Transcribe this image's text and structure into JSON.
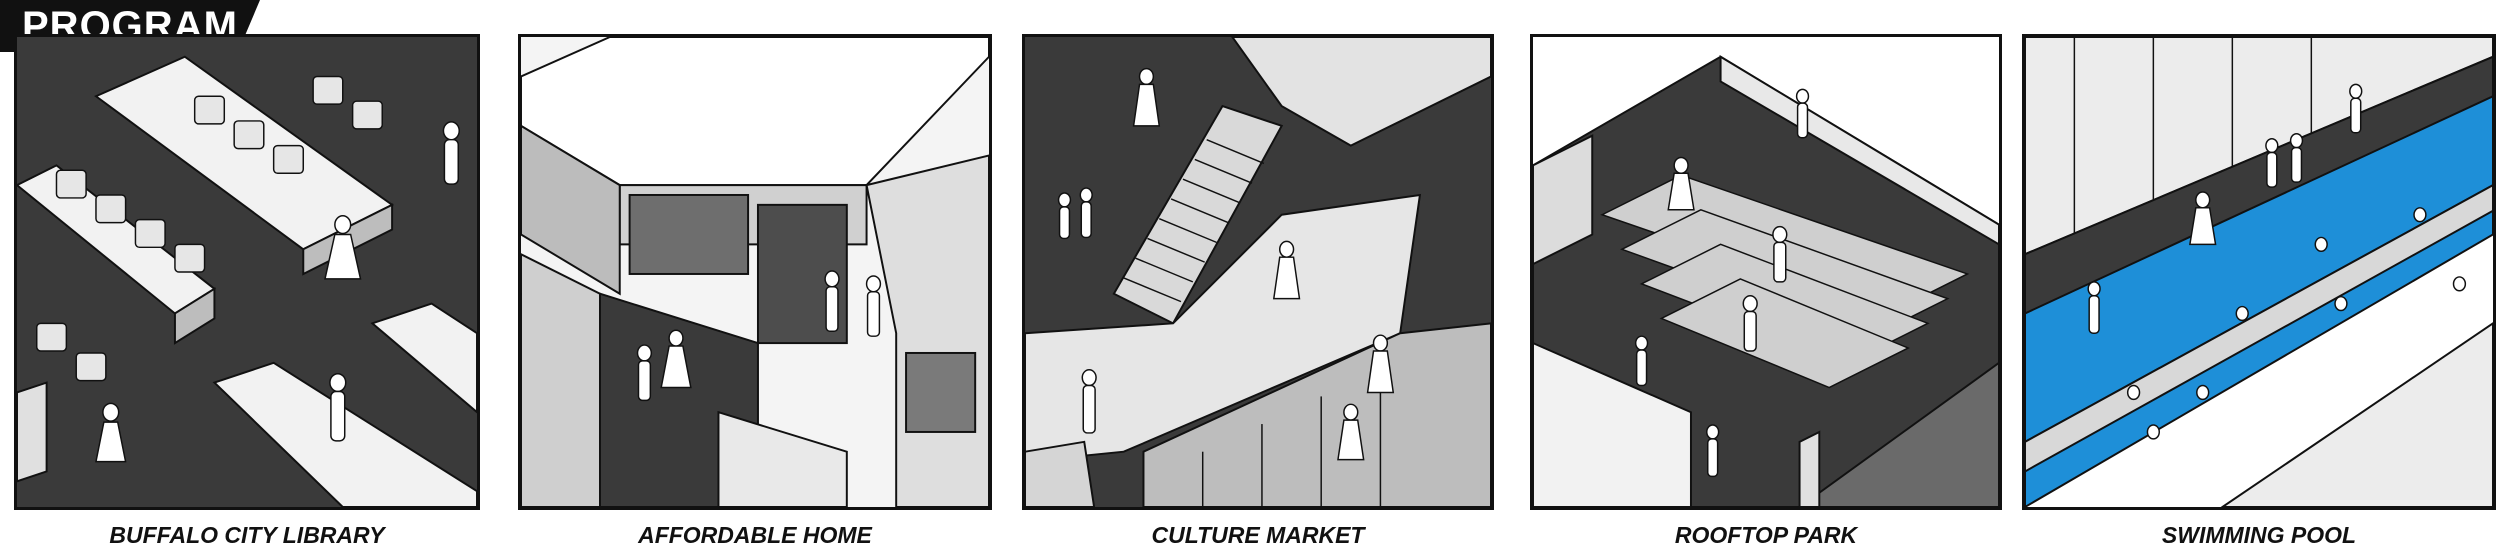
{
  "header": {
    "tag": "PROGRAM"
  },
  "panels": [
    {
      "caption": "BUFFALO CITY  LIBRARY"
    },
    {
      "caption": "AFFORDABLE HOME"
    },
    {
      "caption": "CULTURE MARKET"
    },
    {
      "caption": "ROOFTOP PARK"
    },
    {
      "caption": "SWIMMING POOL"
    }
  ],
  "colors": {
    "ink": "#111111",
    "dark_floor": "#3a3a3a",
    "light": "#ececec",
    "mid": "#9a9a9a",
    "pool": "#1e8fd8"
  }
}
